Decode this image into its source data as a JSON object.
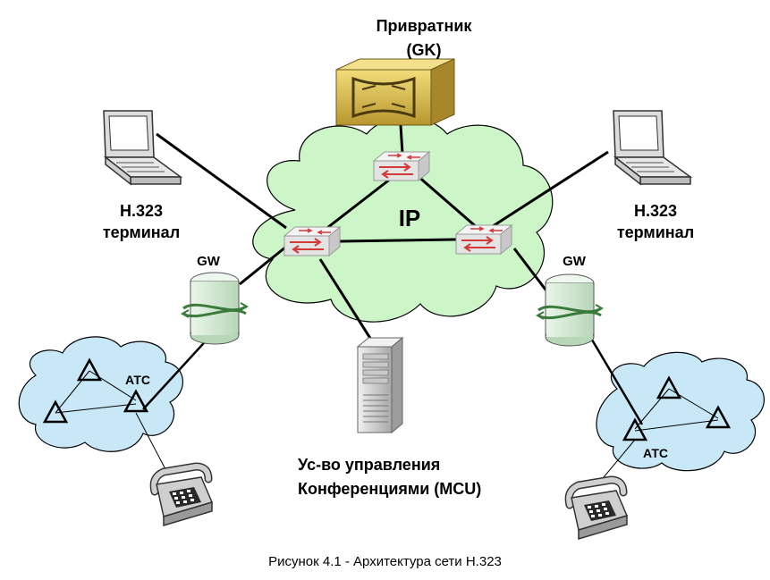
{
  "gatekeeper": {
    "label_line1": "Привратник",
    "label_line2": "(GK)"
  },
  "ip_cloud": {
    "label": "IP"
  },
  "terminal_left": {
    "label_line1": "H.323",
    "label_line2": "терминал"
  },
  "terminal_right": {
    "label_line1": "H.323",
    "label_line2": "терминал"
  },
  "gateway_left": {
    "label": "GW"
  },
  "gateway_right": {
    "label": "GW"
  },
  "pbx_left": {
    "label": "АТС"
  },
  "pbx_right": {
    "label": "АТС"
  },
  "mcu": {
    "label_line1": "Ус-во управления",
    "label_line2": "Конференциями (MCU)"
  },
  "caption": "Рисунок 4.1 - Архитектура сети H.323",
  "colors": {
    "ip_cloud": "#ccf5c8",
    "pstn_cloud": "#c9e8f7",
    "router": "#e8e8e8",
    "router_arrows": "#d23a3a",
    "gatekeeper": "#d8b94a",
    "gateway": "#cfe8cf",
    "server": "#d8d8d8",
    "phone": "#c8c8c8"
  }
}
